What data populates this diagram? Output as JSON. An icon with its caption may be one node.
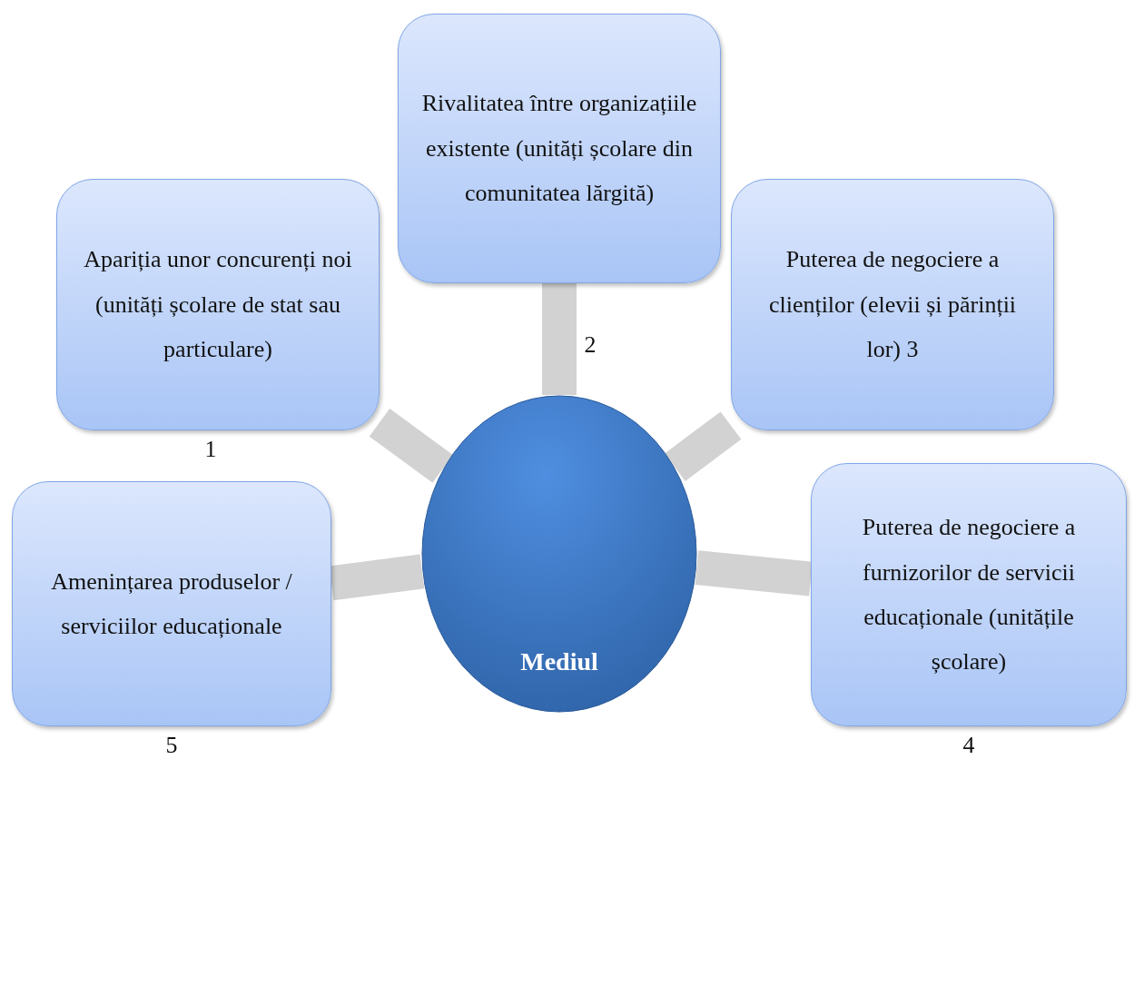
{
  "diagram": {
    "nodes": [
      {
        "text": [
          "Mediul"
        ]
      },
      {
        "text": [
          "Rivalitatea între organizațiile existente (unități școlare din comunitatea lărgită)"
        ],
        "beside": [
          "2"
        ]
      },
      {
        "text": [
          "Apariția unor concurenți noi (unități școlare de stat sau particulare)"
        ],
        "beside": [
          "1"
        ]
      },
      {
        "text": [
          "Puterea de negociere a clienților (elevii și părinții lor) 3"
        ]
      },
      {
        "text": [
          "Amenințarea produselor / serviciilor educaționale"
        ],
        "beside": [
          "5"
        ]
      },
      {
        "text": [
          "Puterea de negociere a furnizorilor de servicii educaționale (unitățile școlare)"
        ],
        "beside": [
          "4"
        ]
      }
    ],
    "edges": [
      {
        "from": 0,
        "to": 1,
        "arrow": "none"
      },
      {
        "from": 0,
        "to": 2,
        "arrow": "none"
      },
      {
        "from": 0,
        "to": 3,
        "arrow": "none"
      },
      {
        "from": 0,
        "to": 4,
        "arrow": "none"
      },
      {
        "from": 0,
        "to": 5,
        "arrow": "none"
      }
    ]
  }
}
